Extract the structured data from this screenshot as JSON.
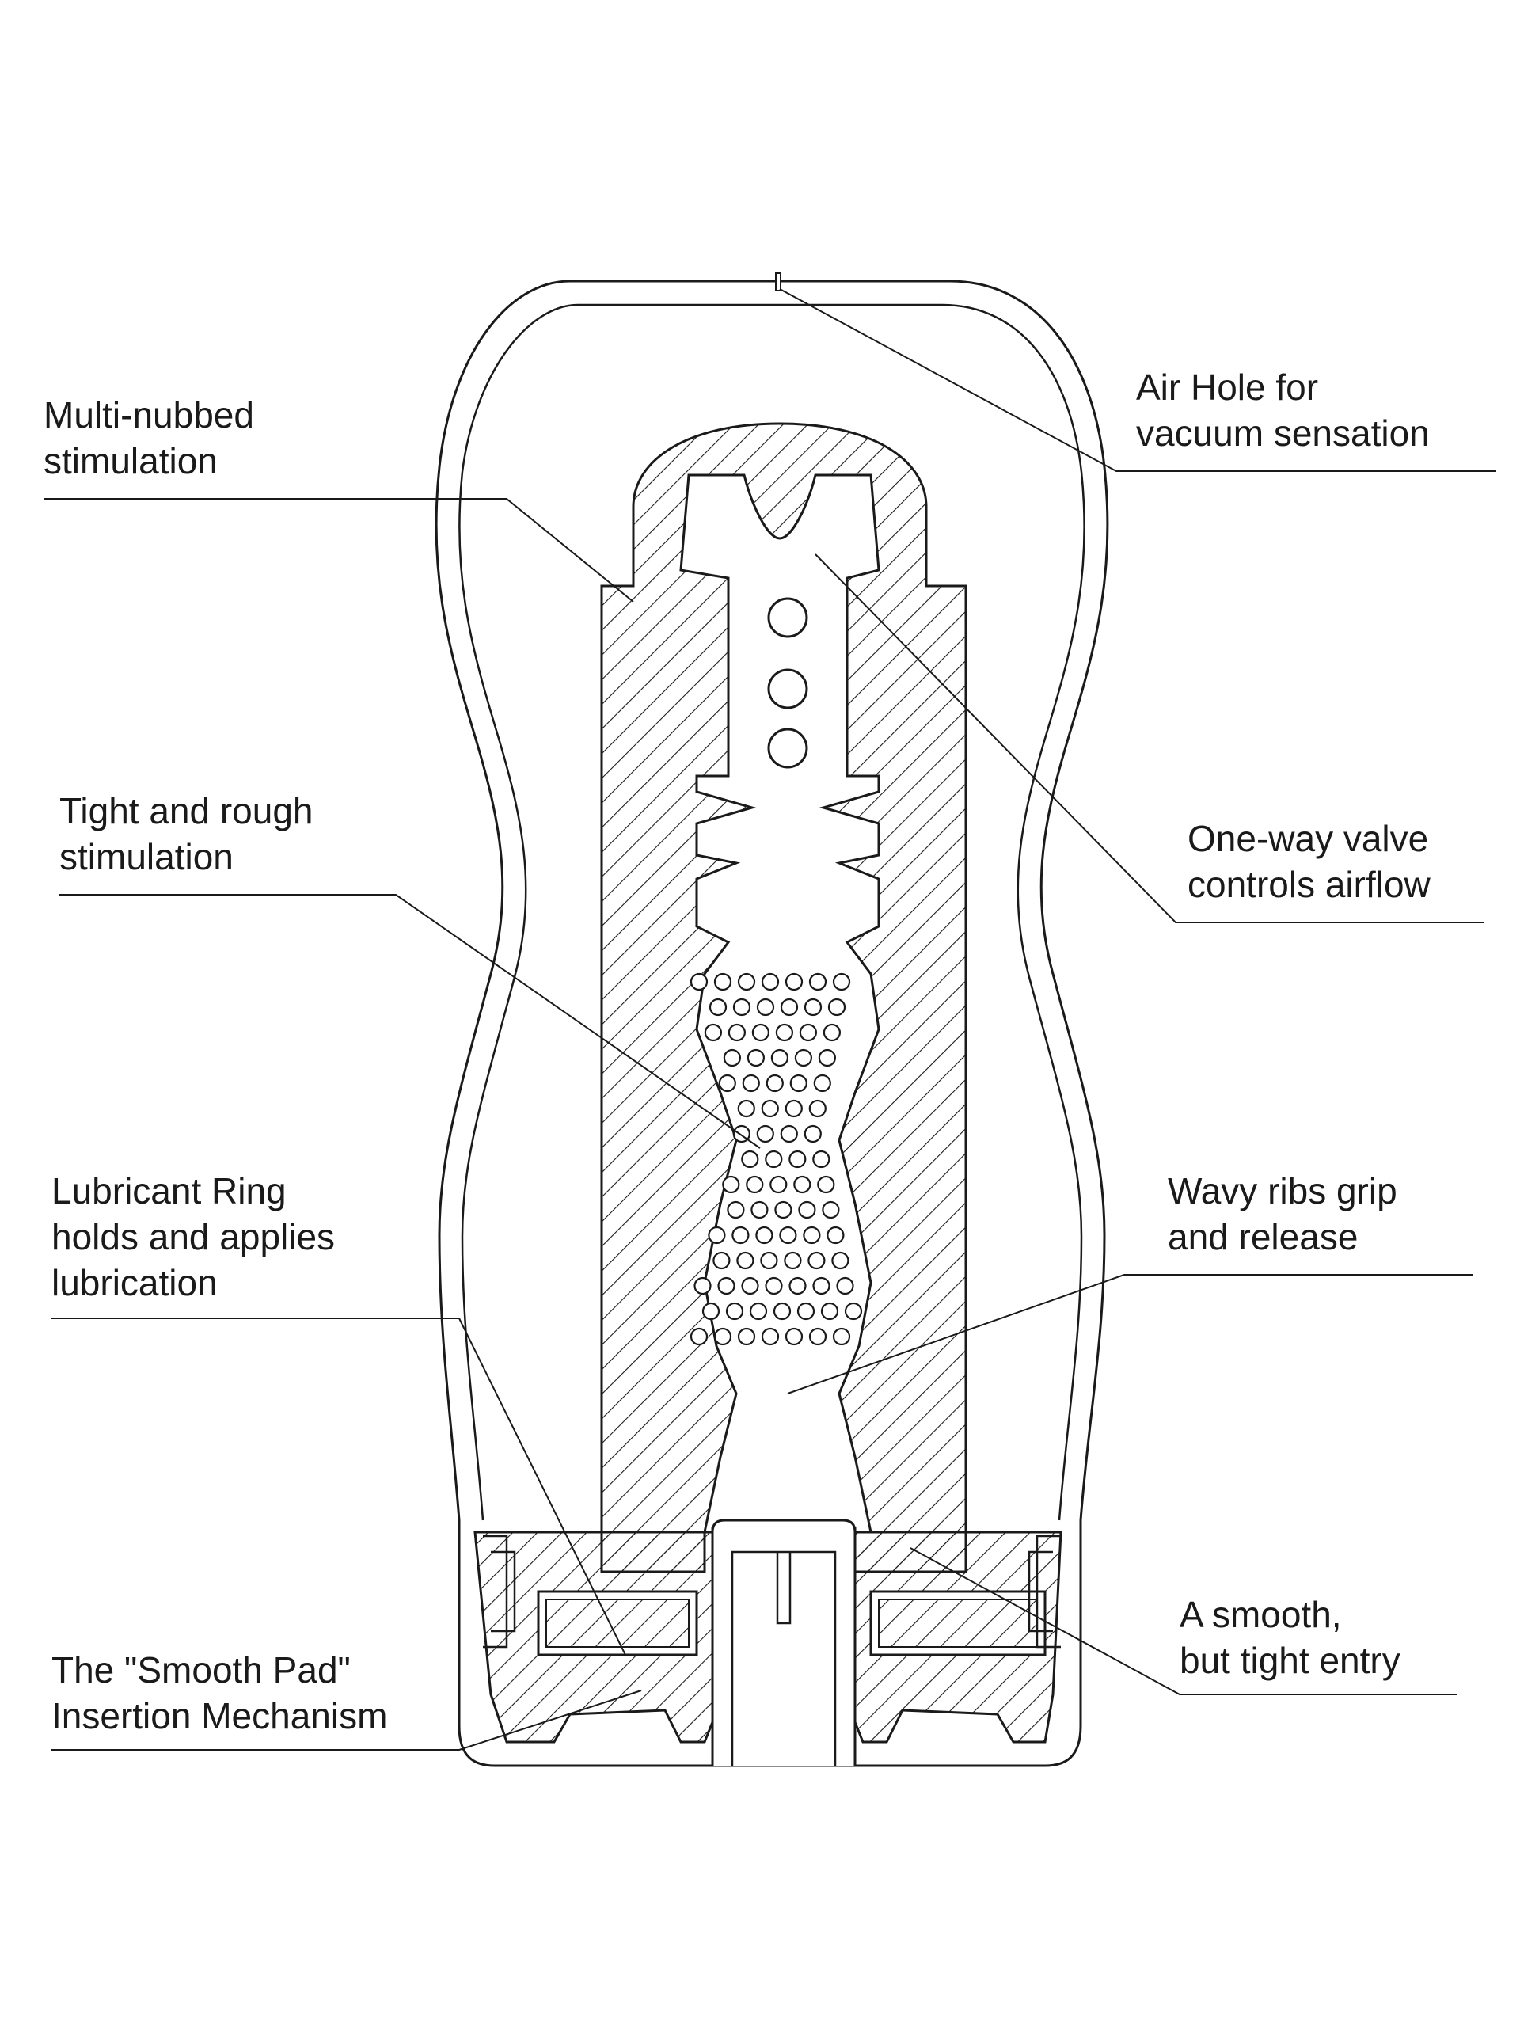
{
  "stroke_color": "#1a1a1a",
  "background_color": "#ffffff",
  "callouts": {
    "air_hole": [
      "Air Hole for",
      "vacuum sensation"
    ],
    "multi_nubbed": [
      "Multi-nubbed",
      "stimulation"
    ],
    "one_way_valve": [
      "One-way valve",
      "controls airflow"
    ],
    "tight_rough": [
      "Tight and rough",
      "stimulation"
    ],
    "lubricant_ring": [
      "Lubricant Ring",
      "holds and applies",
      "lubrication"
    ],
    "wavy_ribs": [
      "Wavy ribs grip",
      "and release"
    ],
    "smooth_entry": [
      "A smooth,",
      "but tight entry"
    ],
    "smooth_pad": [
      "The \"Smooth Pad\"",
      "Insertion Mechanism"
    ]
  }
}
